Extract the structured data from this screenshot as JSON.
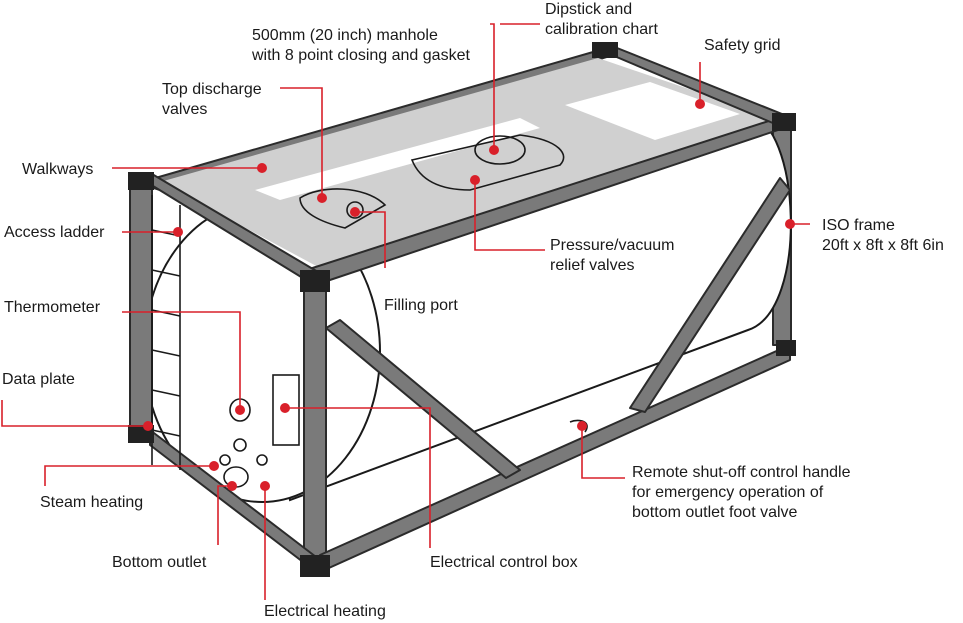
{
  "labels": {
    "dipstick": "Dipstick and\ncalibration chart",
    "manhole": "500mm (20 inch) manhole\nwith 8 point closing and gasket",
    "safety_grid": "Safety grid",
    "top_discharge": "Top discharge\nvalves",
    "walkways": "Walkways",
    "access_ladder": "Access ladder",
    "iso_frame": "ISO frame\n20ft x 8ft x 8ft 6in",
    "pressure_relief": "Pressure/vacuum\nrelief valves",
    "filling_port": "Filling port",
    "thermometer": "Thermometer",
    "data_plate": "Data plate",
    "remote_shutoff": "Remote shut-off control handle\nfor emergency operation of\nbottom outlet foot valve",
    "steam_heating": "Steam heating",
    "bottom_outlet": "Bottom outlet",
    "electrical_control_box": "Electrical control box",
    "electrical_heating": "Electrical heating"
  },
  "colors": {
    "frame": "#7a7a7a",
    "frame_outline": "#2b2b2b",
    "safety_grid": "#d0d0d0",
    "leader": "#d9202a",
    "text": "#1a1a1a"
  }
}
